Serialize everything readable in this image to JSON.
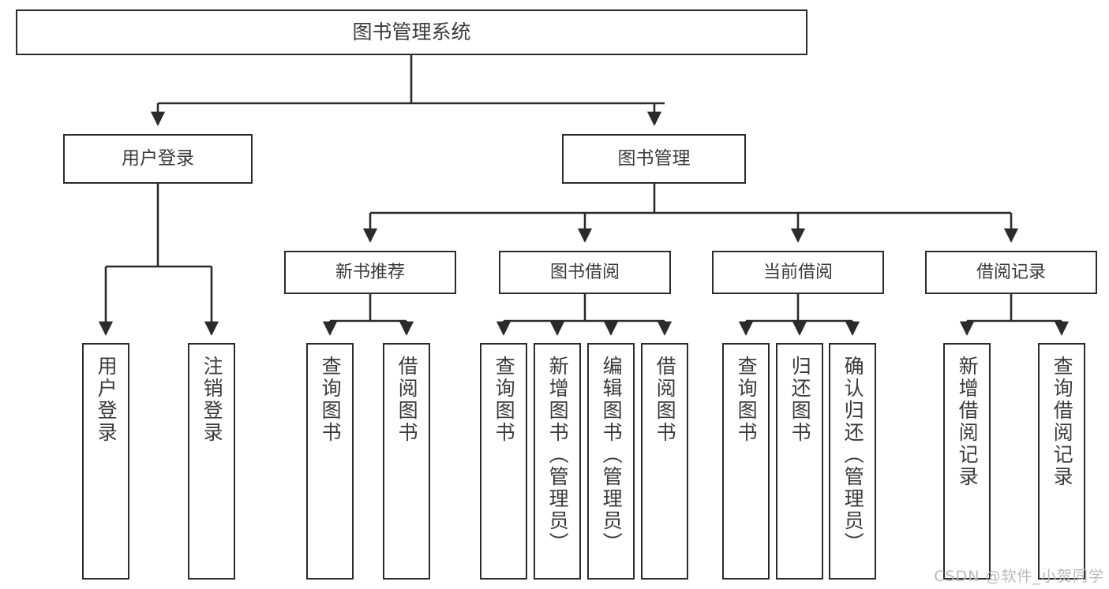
{
  "diagram": {
    "title": "图书管理系统",
    "type": "tree-hierarchy-chart",
    "orientation": "top-down",
    "line_color": "#2b2b2b",
    "box_fill": "#ffffff",
    "text_color": "#3a3a3a"
  },
  "root": {
    "label": "图书管理系统"
  },
  "level2": [
    {
      "label": "用户登录"
    },
    {
      "label": "图书管理"
    }
  ],
  "level3": [
    {
      "label": "新书推荐"
    },
    {
      "label": "图书借阅"
    },
    {
      "label": "当前借阅"
    },
    {
      "label": "借阅记录"
    }
  ],
  "leaves": {
    "user_login": [
      {
        "label": "用户登录"
      },
      {
        "label": "注销登录"
      }
    ],
    "new_book_recommend": [
      {
        "label": "查询图书"
      },
      {
        "label": "借阅图书"
      }
    ],
    "book_borrow": [
      {
        "label": "查询图书"
      },
      {
        "label": "新增图书（管理员）"
      },
      {
        "label": "编辑图书（管理员）"
      },
      {
        "label": "借阅图书"
      }
    ],
    "current_borrow": [
      {
        "label": "查询图书"
      },
      {
        "label": "归还图书"
      },
      {
        "label": "确认归还（管理员）"
      }
    ],
    "borrow_record": [
      {
        "label": "新增借阅记录"
      },
      {
        "label": "查询借阅记录"
      }
    ]
  },
  "watermark": {
    "text": "CSDN @软件_小贺同学"
  }
}
